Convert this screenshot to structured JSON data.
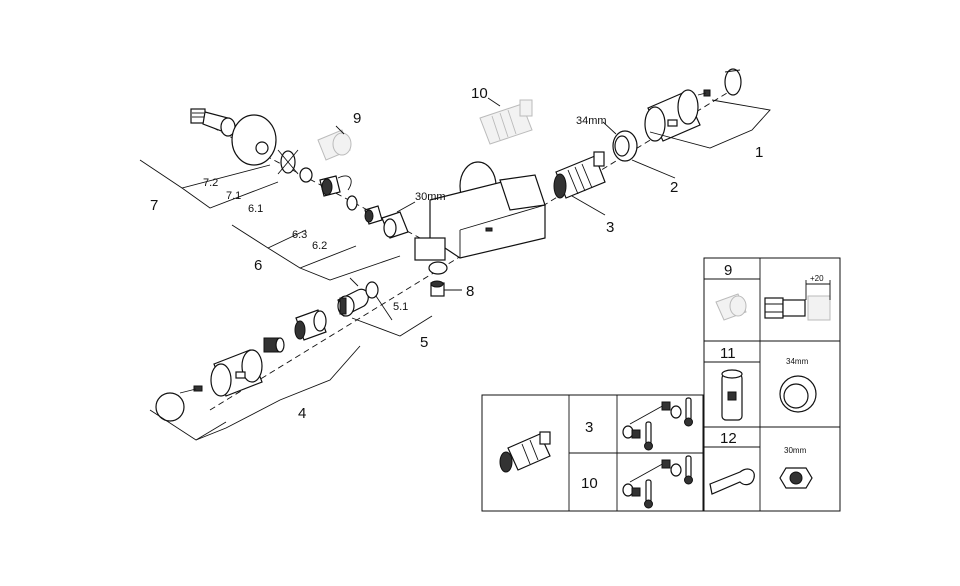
{
  "callouts": {
    "c1": "1",
    "c2": "2",
    "c3": "3",
    "c4": "4",
    "c5": "5",
    "c5_1": "5.1",
    "c6": "6",
    "c6_1": "6.1",
    "c6_2": "6.2",
    "c6_3": "6.3",
    "c7": "7",
    "c7_1": "7.1",
    "c7_2": "7.2",
    "c8": "8",
    "c9": "9",
    "c10": "10"
  },
  "dimensions": {
    "d34": "34mm",
    "d30": "30mm",
    "plus20": "+20"
  },
  "legend_grid": {
    "r9": "9",
    "r11": "11",
    "r12": "12",
    "d34": "34mm",
    "d30": "30mm"
  },
  "options_table": {
    "row_a": "3",
    "row_b": "10"
  },
  "colors": {
    "line": "#111111",
    "ghost": "#bbbbbb"
  }
}
